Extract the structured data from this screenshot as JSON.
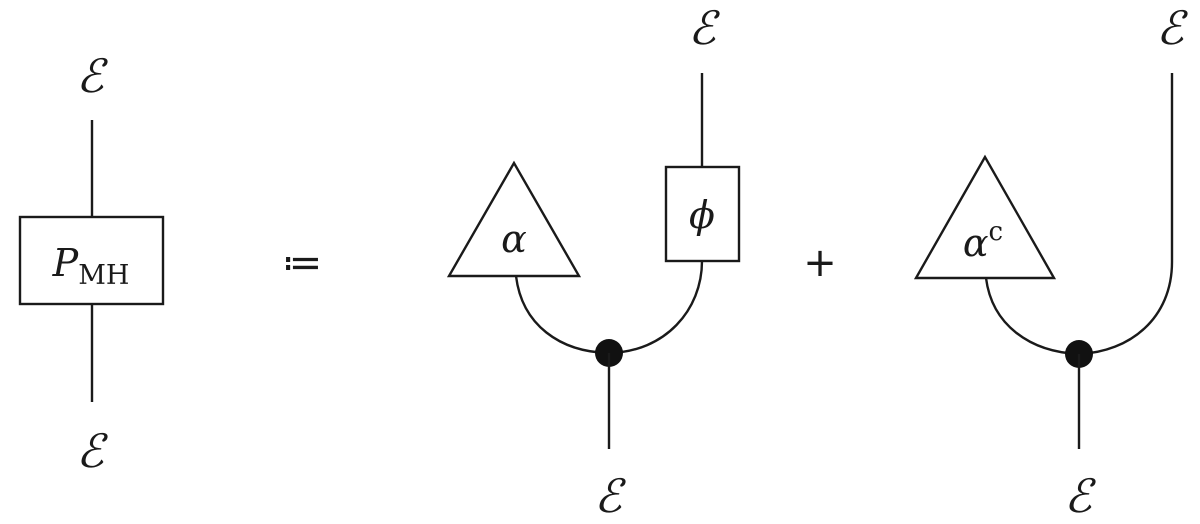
{
  "wire_label": "ℰ",
  "lhs": {
    "box_symbol": "P",
    "box_subscript": "MH"
  },
  "definition_symbol": "≔",
  "term1": {
    "triangle_symbol": "α",
    "box_symbol": "ϕ"
  },
  "plus_symbol": "+",
  "term2": {
    "triangle_symbol": "α",
    "triangle_superscript": "c"
  }
}
